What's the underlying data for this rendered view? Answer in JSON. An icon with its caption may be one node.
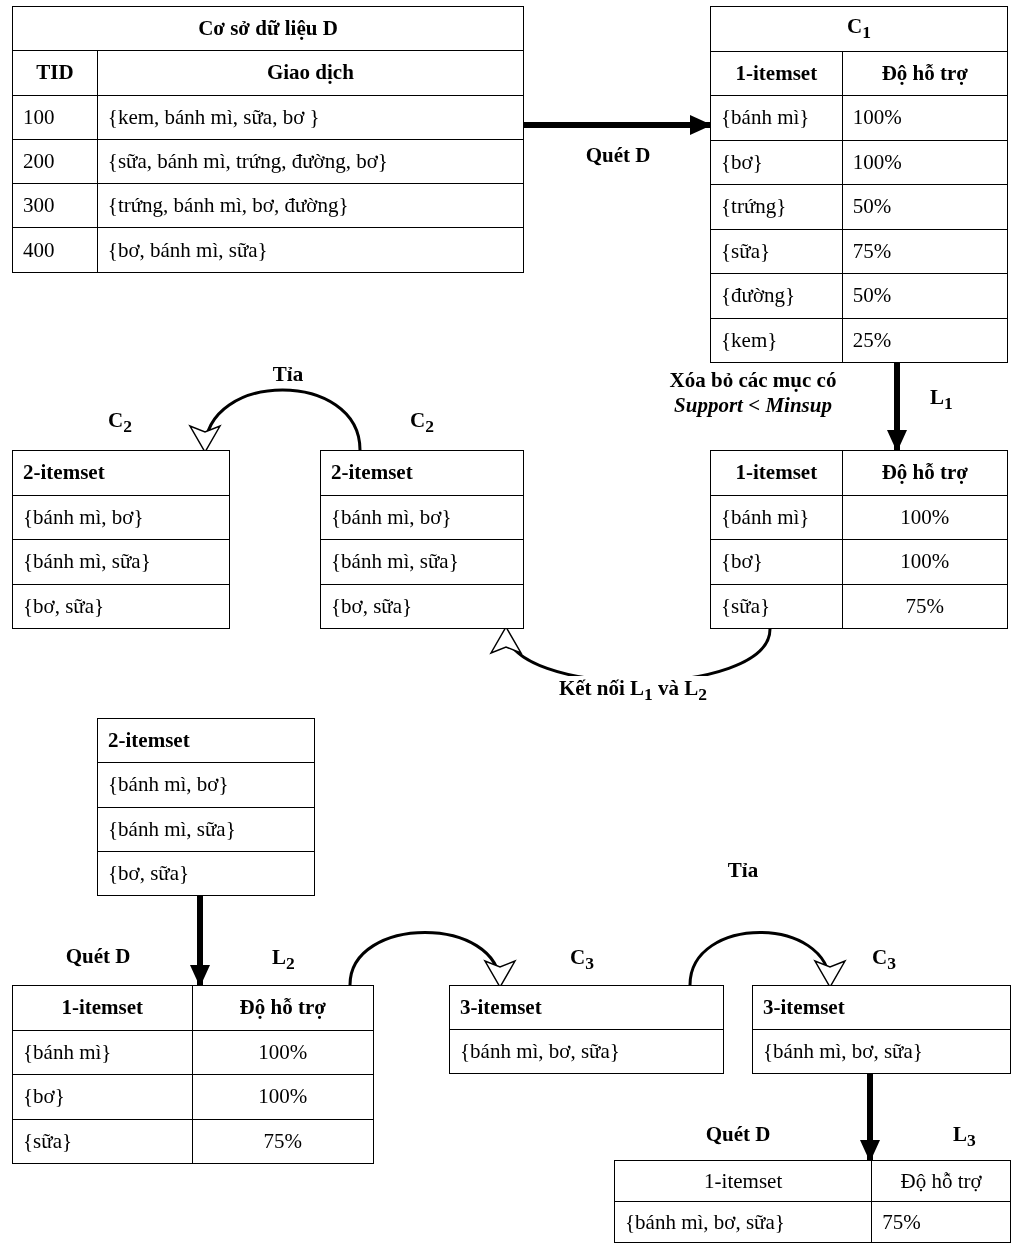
{
  "diagram": {
    "nodes": [
      {
        "text": [
          "Cơ sở dữ liệu D",
          "TID",
          "Giao dịch",
          "100",
          "{kem, bánh mì, sữa, bơ }",
          "200",
          "{sữa, bánh mì, trứng, đường, bơ}",
          "300",
          "{trứng, bánh mì, bơ, đường}",
          "400",
          "{bơ, bánh mì, sữa}"
        ]
      },
      {
        "text": [
          "C$_{1}$",
          "1-itemset",
          "Độ hỗ trợ",
          "{bánh mì}",
          "100%",
          "{bơ}",
          "100%",
          "{trứng}",
          "50%",
          "{sữa}",
          "75%",
          "{đường}",
          "50%",
          "{kem}",
          "25%"
        ]
      },
      {
        "text": [
          "L$_{1}$",
          "1-itemset",
          "Độ hỗ trợ",
          "{bánh mì}",
          "100%",
          "{bơ}",
          "100%",
          "{sữa}",
          "75%"
        ]
      },
      {
        "text": [
          "C$_{2}$",
          "2-itemset",
          "{bánh mì, bơ}",
          "{bánh mì, sữa}",
          "{bơ, sữa}"
        ]
      },
      {
        "text": [
          "C$_{2}$",
          "2-itemset",
          "{bánh mì, bơ}",
          "{bánh mì, sữa}",
          "{bơ, sữa}"
        ]
      },
      {
        "text": [
          "2-itemset",
          "{bánh mì, bơ}",
          "{bánh mì, sữa}",
          "{bơ, sữa}"
        ]
      },
      {
        "text": [
          "L$_{2}$",
          "1-itemset",
          "Độ hỗ trợ",
          "{bánh mì}",
          "100%",
          "{bơ}",
          "100%",
          "{sữa}",
          "75%"
        ]
      },
      {
        "text": [
          "C$_{3}$",
          "3-itemset",
          "{bánh mì, bơ, sữa}"
        ]
      },
      {
        "text": [
          "C$_{3}$",
          "3-itemset",
          "{bánh mì, bơ, sữa}"
        ]
      },
      {
        "text": [
          "L$_{3}$",
          "1-itemset",
          "Độ hỗ trợ",
          "{bánh mì, bơ, sữa}",
          "75%"
        ]
      }
    ],
    "edges": [
      {
        "from": 0,
        "to": 1,
        "arrow": "to",
        "label": "Quét D",
        "style": "thick"
      },
      {
        "from": 1,
        "to": 2,
        "arrow": "to",
        "label": "Xóa bỏ các mục có *Support < Minsup*",
        "style": "thick"
      },
      {
        "from": 2,
        "to": 3,
        "arrow": "to",
        "label": "Kết nối L$_{1}$ và L$_{2}$"
      },
      {
        "from": 3,
        "to": 4,
        "arrow": "to",
        "label": "Tỉa"
      },
      {
        "from": 5,
        "to": 6,
        "arrow": "to",
        "label": "Quét D",
        "style": "thick"
      },
      {
        "from": 6,
        "to": 7,
        "arrow": "to"
      },
      {
        "from": 7,
        "to": 8,
        "arrow": "to",
        "label": "Tỉa"
      },
      {
        "from": 8,
        "to": 9,
        "arrow": "to",
        "label": "Quét D",
        "style": "thick"
      }
    ]
  }
}
